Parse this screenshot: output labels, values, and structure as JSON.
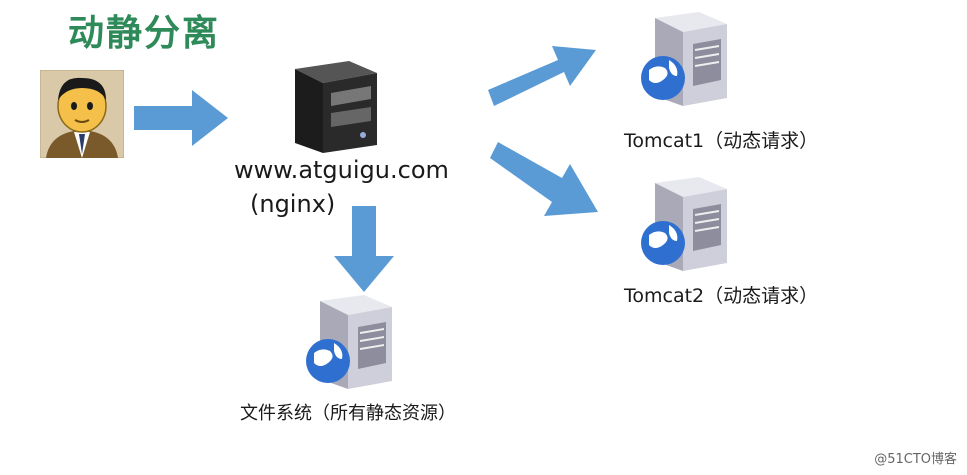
{
  "title": "动静分离",
  "nodes": {
    "nginx_host": "www.atguigu.com",
    "nginx_name": "(nginx)",
    "tomcat1": "Tomcat1（动态请求）",
    "tomcat2": "Tomcat2（动态请求）",
    "file_system": "文件系统（所有静态资源）"
  },
  "watermark": "@51CTO博客",
  "colors": {
    "title": "#2f8a5a",
    "arrow": "#5b9bd5"
  },
  "icons": [
    "user-avatar-icon",
    "dark-server-icon",
    "globe-server-icon"
  ]
}
